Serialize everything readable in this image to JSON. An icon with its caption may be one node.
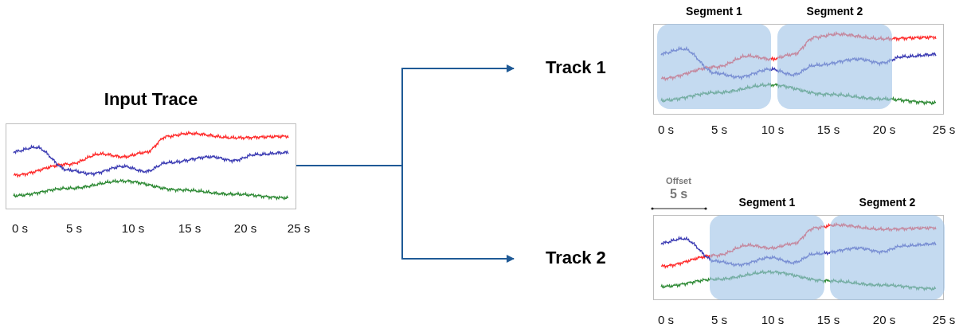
{
  "diagram": {
    "nodes": [
      {
        "text": [
          "Input Trace"
        ]
      },
      {
        "text": [
          "Track 1"
        ]
      },
      {
        "text": [
          "Track 2"
        ]
      },
      {
        "text": [
          "Segment 1"
        ]
      },
      {
        "text": [
          "Segment 2"
        ]
      },
      {
        "text": [
          "Segment 1"
        ]
      },
      {
        "text": [
          "Segment 2"
        ]
      }
    ],
    "edges": [
      {
        "from": 0,
        "to": 1,
        "arrow": "to"
      },
      {
        "from": 0,
        "to": 2,
        "arrow": "to"
      }
    ],
    "labels": [
      "0 s",
      "5 s",
      "10 s",
      "15 s",
      "20 s",
      "25 s",
      "Offset",
      "5 s",
      "0 s",
      "5 s",
      "10 s",
      "15 s",
      "20 s",
      "25 s",
      "0 s",
      "5 s",
      "10 s",
      "15 s",
      "20 s",
      "25 s"
    ]
  }
}
